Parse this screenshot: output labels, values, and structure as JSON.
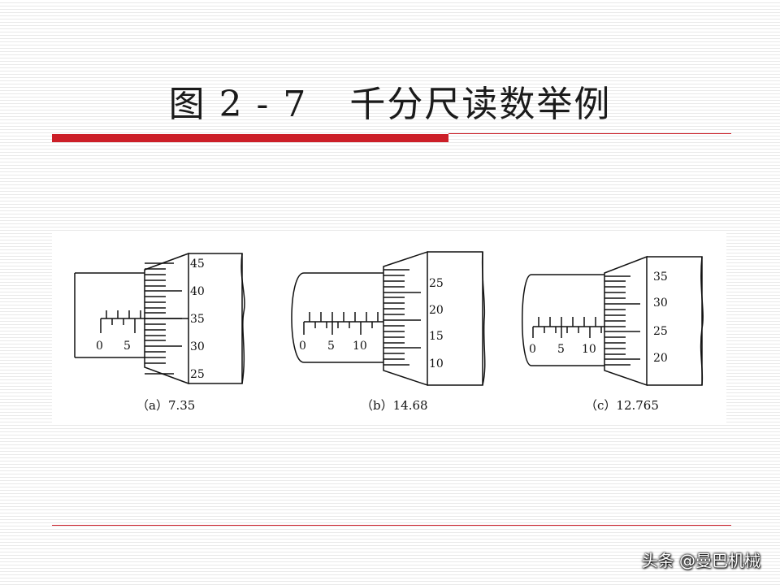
{
  "slide": {
    "title_number": "图 2 - 7",
    "title_text": "千分尺读数举例"
  },
  "figures": [
    {
      "caption": "（a）7.35",
      "sleeve_labels": [
        "0",
        "5"
      ],
      "thimble_labels": [
        "45",
        "40",
        "35",
        "30",
        "25"
      ]
    },
    {
      "caption": "（b）14.68",
      "sleeve_labels": [
        "0",
        "5",
        "10"
      ],
      "thimble_labels": [
        "25",
        "20",
        "15",
        "10"
      ]
    },
    {
      "caption": "（c）12.765",
      "sleeve_labels": [
        "0",
        "5",
        "10"
      ],
      "thimble_labels": [
        "35",
        "30",
        "25",
        "20"
      ]
    }
  ],
  "watermark": "头条 @曼巴机械",
  "colors": {
    "accent_red": "#cc1f28",
    "ink": "#111111"
  }
}
